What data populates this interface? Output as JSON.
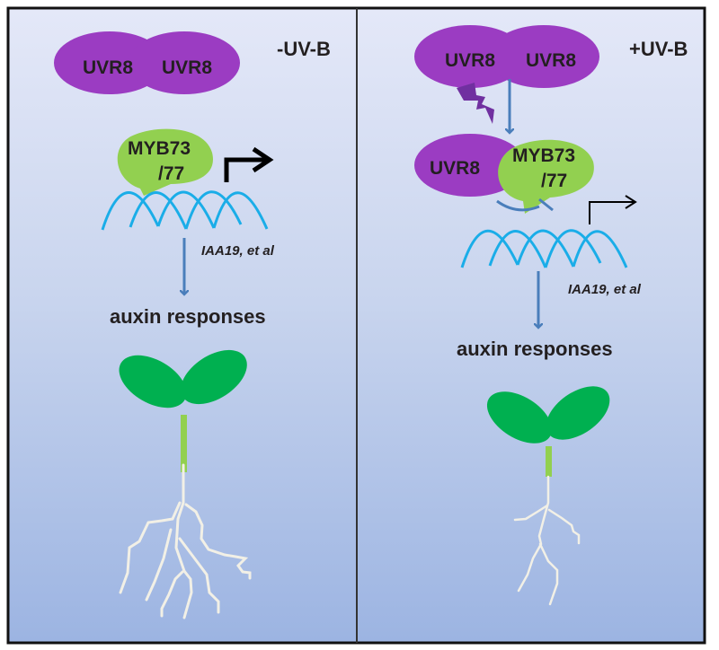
{
  "panels": [
    {
      "id": "minus",
      "condition": "-UV-B",
      "dimer": [
        "UVR8",
        "UVR8"
      ],
      "tf": [
        "MYB73",
        "/77"
      ],
      "genes": "IAA19, et al",
      "response": "auxin responses"
    },
    {
      "id": "plus",
      "condition": "+UV-B",
      "dimer": [
        "UVR8",
        "UVR8"
      ],
      "monomer": "UVR8",
      "tf": [
        "MYB73",
        "/77"
      ],
      "genes": "IAA19, et al",
      "response": "auxin responses"
    }
  ],
  "colors": {
    "uvr8": "#9b3cc2",
    "myb": "#92d050",
    "dna": "#1aade8",
    "arrow": "#4a7ebb",
    "leaf": "#00b050",
    "hypocotyl": "#92d050",
    "root": "#f2f0e6",
    "lightning": "#7030a0",
    "bg_top": "#e3e8f7",
    "bg_bottom": "#9ab3e0",
    "border": "#111111"
  }
}
